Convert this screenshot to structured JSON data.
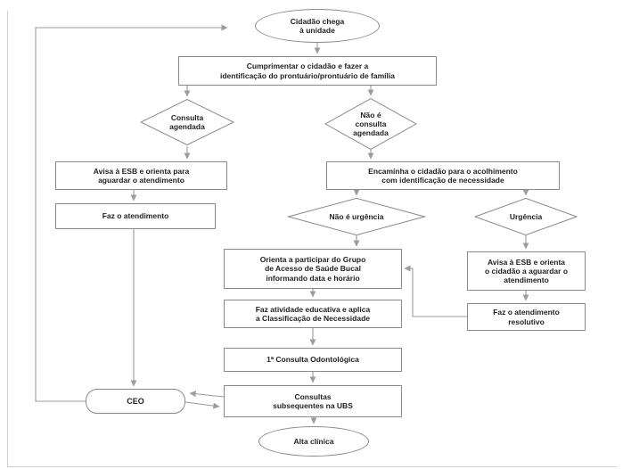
{
  "diagram": {
    "type": "flowchart",
    "language": "pt-BR",
    "colors": {
      "border": "#8a8a8a",
      "arrow": "#9c9c9c",
      "text": "#1f1f1f",
      "fill": "#ffffff"
    },
    "nodes": {
      "start": {
        "shape": "ellipse",
        "label": "Cidadão chega\nà unidade"
      },
      "greet": {
        "shape": "rect",
        "label": "Cumprimentar o cidadão e fazer a\nidentificação do prontuário/prontuário de família"
      },
      "scheduled": {
        "shape": "diamond",
        "label": "Consulta\nagendada"
      },
      "not_scheduled": {
        "shape": "diamond",
        "label": "Não é\nconsulta\nagendada"
      },
      "notify_esb_wait": {
        "shape": "rect",
        "label": "Avisa à ESB e orienta para\naguardar o atendimento"
      },
      "forward_acolhimento": {
        "shape": "rect",
        "label": "Encaminha o cidadão para o acolhimento\ncom identificação de necessidade"
      },
      "do_service": {
        "shape": "rect",
        "label": "Faz o atendimento"
      },
      "not_urgent": {
        "shape": "diamond",
        "label": "Não é urgência"
      },
      "urgent": {
        "shape": "diamond",
        "label": "Urgência"
      },
      "group_access": {
        "shape": "rect",
        "label": "Orienta a participar do Grupo\nde Acesso de Saúde Bucal\ninformando data e horário"
      },
      "notify_esb_urgent": {
        "shape": "rect",
        "label": "Avisa à ESB e orienta\no cidadão a aguardar o\natendimento"
      },
      "educational": {
        "shape": "rect",
        "label": "Faz atividade educativa e aplica\na Classificação de Necessidade"
      },
      "resolutive": {
        "shape": "rect",
        "label": "Faz o atendimento\nresolutivo"
      },
      "first_consult": {
        "shape": "rect",
        "label": "1ª Consulta Odontológica"
      },
      "ceo": {
        "shape": "rounded",
        "label": "CEO"
      },
      "followup": {
        "shape": "rect",
        "label": "Consultas\nsubsequentes na UBS"
      },
      "end": {
        "shape": "ellipse",
        "label": "Alta clínica"
      }
    },
    "edges": [
      {
        "from": "start",
        "to": "greet"
      },
      {
        "from": "greet",
        "to": "scheduled"
      },
      {
        "from": "greet",
        "to": "not_scheduled"
      },
      {
        "from": "scheduled",
        "to": "notify_esb_wait"
      },
      {
        "from": "notify_esb_wait",
        "to": "do_service"
      },
      {
        "from": "do_service",
        "to": "ceo"
      },
      {
        "from": "not_scheduled",
        "to": "forward_acolhimento"
      },
      {
        "from": "forward_acolhimento",
        "to": "not_urgent"
      },
      {
        "from": "forward_acolhimento",
        "to": "urgent"
      },
      {
        "from": "not_urgent",
        "to": "group_access"
      },
      {
        "from": "group_access",
        "to": "educational"
      },
      {
        "from": "educational",
        "to": "first_consult"
      },
      {
        "from": "first_consult",
        "to": "followup"
      },
      {
        "from": "followup",
        "to": "end"
      },
      {
        "from": "urgent",
        "to": "notify_esb_urgent"
      },
      {
        "from": "notify_esb_urgent",
        "to": "resolutive"
      },
      {
        "from": "resolutive",
        "to": "group_access"
      },
      {
        "from": "followup",
        "to": "ceo"
      },
      {
        "from": "ceo",
        "to": "followup"
      },
      {
        "from": "ceo",
        "to": "start"
      }
    ]
  }
}
